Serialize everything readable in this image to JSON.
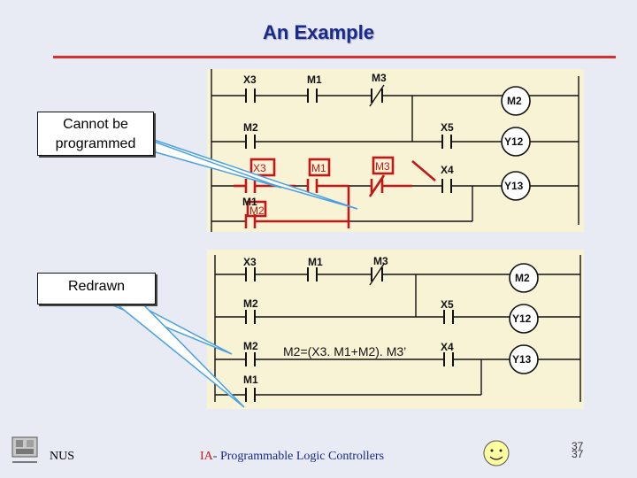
{
  "slide": {
    "title": "An Example",
    "footer_org": "NUS",
    "footer_course_prefix": "IA",
    "footer_course_rest": "- Programmable Logic Controllers",
    "page_number_a": "37",
    "page_number_b": "37"
  },
  "callouts": {
    "original_line1": "Cannot be",
    "original_line2": "programmed",
    "redrawn": "Redrawn"
  },
  "ladder_original": {
    "contacts": [
      "X3",
      "M1",
      "M3",
      "M2",
      "X5",
      "X3",
      "M1",
      "M3",
      "X4",
      "M1",
      "M2"
    ],
    "coils": [
      "M2",
      "Y12",
      "Y13"
    ]
  },
  "ladder_redrawn": {
    "contacts": [
      "X3",
      "M1",
      "M3",
      "M2",
      "X5",
      "M2",
      "X4",
      "M1"
    ],
    "coils": [
      "M2",
      "Y12",
      "Y13"
    ],
    "equation": "M2=(X3. M1+M2). M3’"
  },
  "colors": {
    "title": "#1a2a88",
    "accent_line": "#d83030",
    "panel": "#f9f3d6",
    "ink": "#111111",
    "callout_arrow": "#4aa0e0"
  }
}
